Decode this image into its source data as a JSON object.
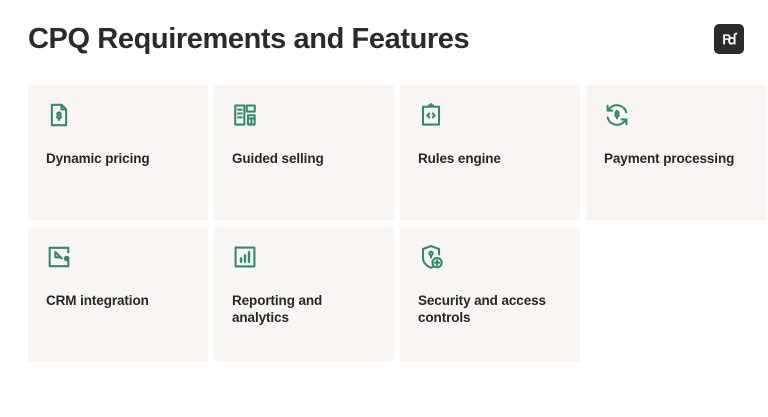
{
  "header": {
    "title": "CPQ Requirements and Features",
    "logo_name": "pandadoc-logo",
    "logo_text": "pd"
  },
  "theme": {
    "page_background": "#FFFFFF",
    "card_background": "#F8F5F2",
    "icon_color": "#2E8B6B",
    "text_color": "#25282A",
    "title_color": "#2B2B2B",
    "logo_background": "#2B2B2B"
  },
  "cards": [
    {
      "label": "Dynamic pricing",
      "icon": "document-dollar-icon"
    },
    {
      "label": "Guided selling",
      "icon": "checklist-form-icon"
    },
    {
      "label": "Rules engine",
      "icon": "clipboard-code-icon"
    },
    {
      "label": "Payment processing",
      "icon": "refresh-dollar-icon"
    },
    {
      "label": "CRM integration",
      "icon": "arrow-into-box-icon"
    },
    {
      "label": "Reporting and analytics",
      "icon": "bar-chart-box-icon"
    },
    {
      "label": "Security and access controls",
      "icon": "shield-lock-plus-icon"
    }
  ]
}
